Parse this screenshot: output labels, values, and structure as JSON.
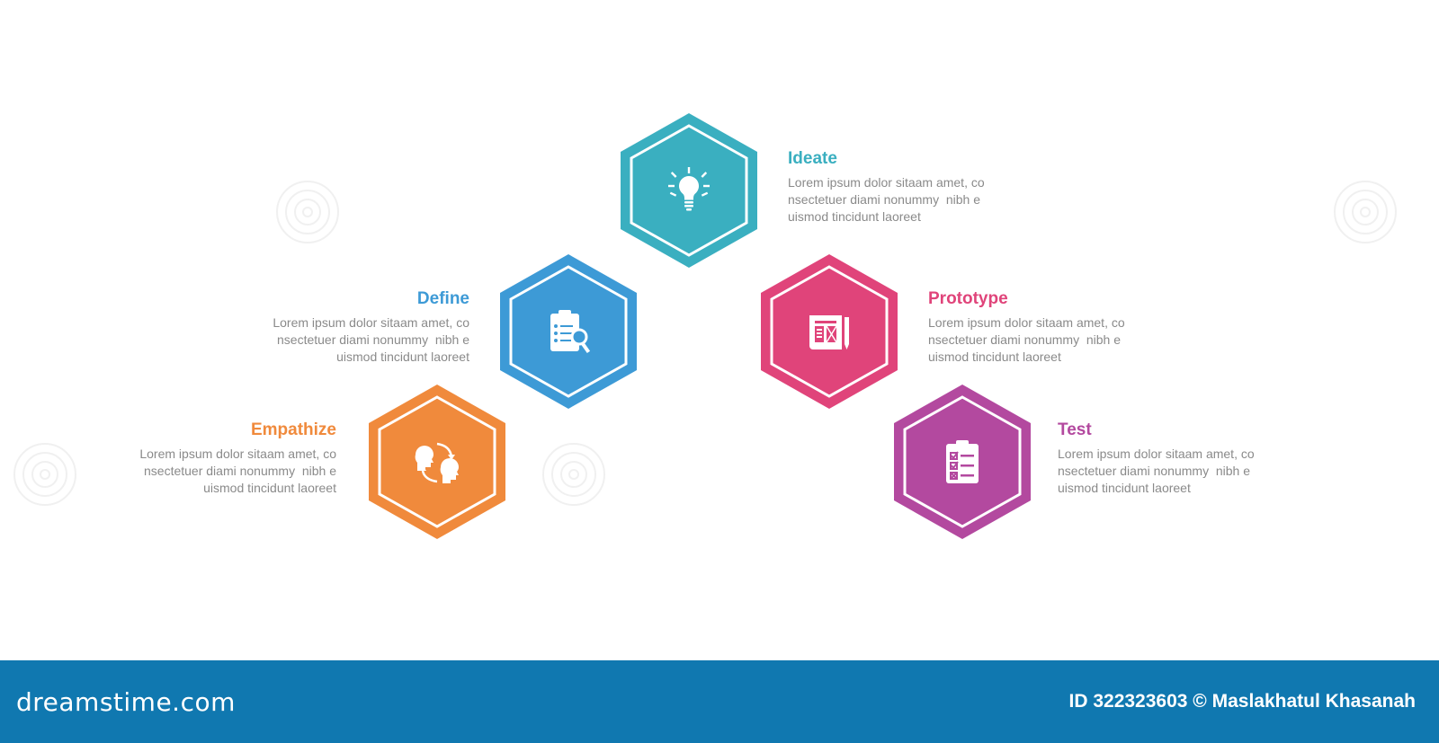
{
  "colors": {
    "empathize": "#f08a3c",
    "define": "#3d9ad6",
    "ideate": "#3aafc0",
    "prototype": "#e0447a",
    "test": "#b3499f",
    "footer_bg": "#1078b0"
  },
  "steps": [
    {
      "title": "Empathize",
      "icon": "heads-exchange-icon",
      "text": [
        "Lorem ipsum dolor sitaam amet, co",
        "nsectetuer diami nonummy  nibh e",
        "uismod tincidunt laoreet"
      ]
    },
    {
      "title": "Define",
      "icon": "clipboard-search-icon",
      "text": [
        "Lorem ipsum dolor sitaam amet, co",
        "nsectetuer diami nonummy  nibh e",
        "uismod tincidunt laoreet"
      ]
    },
    {
      "title": "Ideate",
      "icon": "lightbulb-icon",
      "text": [
        "Lorem ipsum dolor sitaam amet, co",
        "nsectetuer diami nonummy  nibh e",
        "uismod tincidunt laoreet"
      ]
    },
    {
      "title": "Prototype",
      "icon": "blueprint-pencil-icon",
      "text": [
        "Lorem ipsum dolor sitaam amet, co",
        "nsectetuer diami nonummy  nibh e",
        "uismod tincidunt laoreet"
      ]
    },
    {
      "title": "Test",
      "icon": "checklist-icon",
      "text": [
        "Lorem ipsum dolor sitaam amet, co",
        "nsectetuer diami nonummy  nibh e",
        "uismod tincidunt laoreet"
      ]
    }
  ],
  "footer": {
    "brand": "dreamstime.com",
    "credit": "ID 322323603 © Maslakhatul Khasanah"
  }
}
